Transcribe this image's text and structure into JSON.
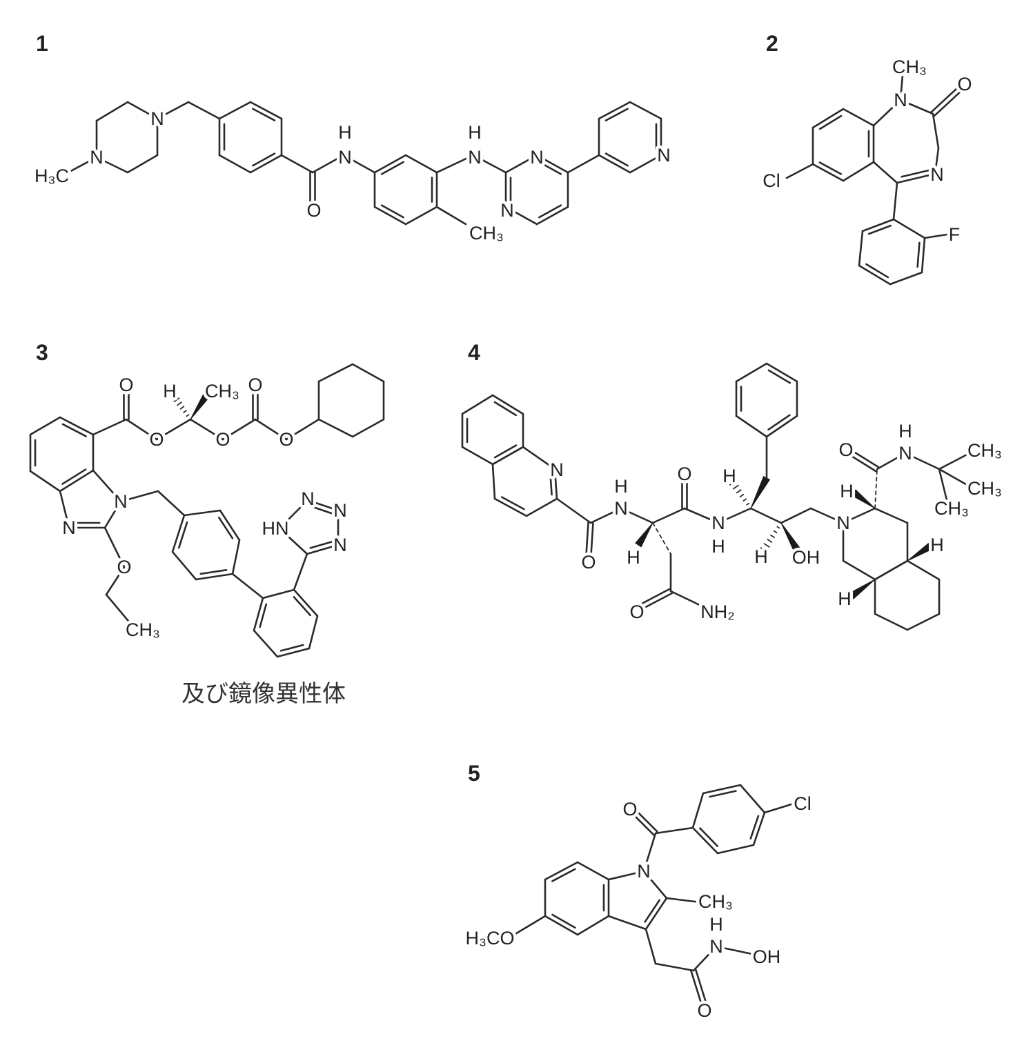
{
  "compounds": [
    {
      "number": "1",
      "labels": [
        "H₃C",
        "N",
        "N",
        "O",
        "N",
        "H",
        "CH₃",
        "N",
        "H",
        "N",
        "N",
        "N"
      ]
    },
    {
      "number": "2",
      "labels": [
        "CH₃",
        "N",
        "O",
        "N",
        "Cl",
        "F"
      ]
    },
    {
      "number": "3",
      "labels": [
        "O",
        "H",
        "CH₃",
        "O",
        "O",
        "O",
        "O",
        "N",
        "N",
        "O",
        "CH₃",
        "HN",
        "N",
        "N",
        "N"
      ],
      "caption": "及び鏡像異性体"
    },
    {
      "number": "4",
      "labels": [
        "N",
        "O",
        "N",
        "H",
        "H",
        "O",
        "N",
        "H",
        "O",
        "NH₂",
        "H",
        "H",
        "OH",
        "N",
        "H",
        "O",
        "N",
        "H",
        "CH₃",
        "CH₃",
        "CH₃",
        "H",
        "H"
      ]
    },
    {
      "number": "5",
      "labels": [
        "O",
        "N",
        "Cl",
        "CH₃",
        "H₃CO",
        "N",
        "H",
        "OH",
        "O"
      ]
    }
  ]
}
